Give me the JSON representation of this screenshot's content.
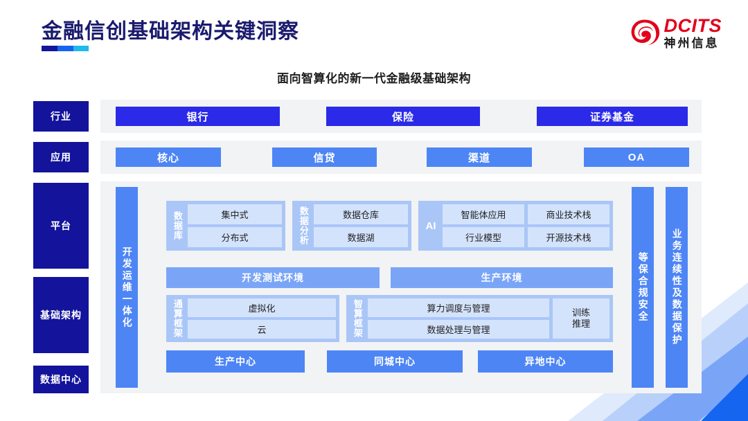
{
  "header": {
    "title": "金融信创基础架构关键洞察",
    "accent_colors": [
      "#14169b",
      "#1565f0",
      "#22baec"
    ],
    "logo": {
      "en": "DCITS",
      "cn": "神州信息",
      "mark": "swirl-logo-icon",
      "color_en": "#e2001a",
      "color_cn": "#1a1a1a"
    }
  },
  "subtitle": "面向智算化的新一代金融级基础架构",
  "sidebar": {
    "items": [
      {
        "label": "行业"
      },
      {
        "label": "应用"
      },
      {
        "label": "平台"
      },
      {
        "label": "基础架构"
      },
      {
        "label": "数据中心"
      }
    ]
  },
  "rows": {
    "industry": {
      "items": [
        {
          "label": "银行"
        },
        {
          "label": "保险"
        },
        {
          "label": "证券基金"
        }
      ]
    },
    "application": {
      "items": [
        {
          "label": "核心"
        },
        {
          "label": "信贷"
        },
        {
          "label": "渠道"
        },
        {
          "label": "OA"
        }
      ]
    }
  },
  "platform": {
    "devops_bar": "开发运维一体化",
    "modules": [
      {
        "label": "数据库",
        "cells": [
          "集中式",
          "分布式"
        ]
      },
      {
        "label": "数据分析",
        "cells": [
          "数据仓库",
          "数据湖"
        ]
      },
      {
        "label": "AI",
        "cells": [
          "智能体应用",
          "商业技术栈",
          "行业模型",
          "开源技术栈"
        ]
      }
    ],
    "environments": [
      {
        "label": "开发测试环境"
      },
      {
        "label": "生产环境"
      }
    ],
    "frameworks": [
      {
        "label": "通算框架",
        "cells": [
          "虚拟化",
          "云"
        ]
      },
      {
        "label": "智算框架",
        "cells": [
          "算力调度与管理",
          "数据处理与管理"
        ],
        "side_cell": "训练\n推理",
        "side_cell_line1": "训练",
        "side_cell_line2": "推理"
      }
    ],
    "centers": [
      {
        "label": "生产中心"
      },
      {
        "label": "同城中心"
      },
      {
        "label": "异地中心"
      }
    ],
    "right_bars": [
      {
        "label": "等保合规安全"
      },
      {
        "label": "业务连续性及数据保护"
      }
    ]
  },
  "colors": {
    "navy": "#13139c",
    "industry_blue": "#2a2ae8",
    "app_blue": "#4d85f5",
    "env_blue": "#7aa5f7",
    "module_blue": "#a9c6f7",
    "cell_blue": "#d4e3fc",
    "panel_gray": "#f2f3f5"
  }
}
